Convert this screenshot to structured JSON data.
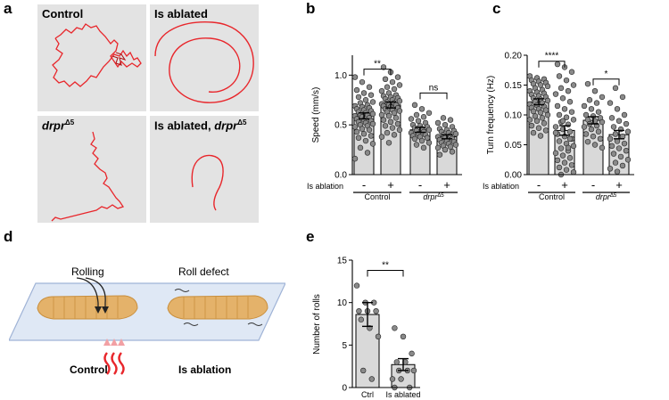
{
  "panels": {
    "a": "a",
    "b": "b",
    "c": "c",
    "d": "d",
    "e": "e"
  },
  "panel_a": {
    "labels": {
      "control": "Control",
      "is_ablated": "Is ablated",
      "drpr": "drpr",
      "drpr_sup": "Δ5",
      "is_ablated_drpr": "Is ablated, drpr",
      "is_ablated_drpr_sup": "Δ5"
    },
    "track_color": "#e8262b",
    "box_color": "#e3e3e3"
  },
  "chart_data": [
    {
      "type": "bar",
      "ylabel": "Speed (mm/s)",
      "ylim": [
        0,
        1.2
      ],
      "yticks": [
        "0.0",
        "0.5",
        "1.0"
      ],
      "ytick_values": [
        0,
        0.5,
        1.0
      ],
      "row_label": "Is ablation",
      "bars": [
        {
          "sign": "-",
          "group": "Control",
          "mean": 0.59,
          "sem": 0.03,
          "points": [
            0.98,
            0.93,
            0.88,
            0.85,
            0.82,
            0.8,
            0.78,
            0.75,
            0.73,
            0.72,
            0.7,
            0.69,
            0.68,
            0.67,
            0.66,
            0.65,
            0.64,
            0.63,
            0.62,
            0.61,
            0.6,
            0.6,
            0.59,
            0.58,
            0.57,
            0.56,
            0.55,
            0.54,
            0.53,
            0.52,
            0.51,
            0.5,
            0.49,
            0.48,
            0.46,
            0.45,
            0.43,
            0.41,
            0.39,
            0.37,
            0.34,
            0.31,
            0.27,
            0.22,
            0.16
          ]
        },
        {
          "sign": "+",
          "group": "Control",
          "mean": 0.7,
          "sem": 0.03,
          "points": [
            1.08,
            1.03,
            0.98,
            0.96,
            0.93,
            0.9,
            0.88,
            0.86,
            0.84,
            0.82,
            0.8,
            0.79,
            0.78,
            0.77,
            0.76,
            0.75,
            0.74,
            0.73,
            0.72,
            0.71,
            0.7,
            0.7,
            0.69,
            0.68,
            0.67,
            0.66,
            0.65,
            0.64,
            0.63,
            0.62,
            0.6,
            0.59,
            0.57,
            0.55,
            0.53,
            0.51,
            0.49,
            0.47,
            0.45,
            0.42,
            0.4,
            0.38,
            0.32
          ]
        },
        {
          "sign": "-",
          "group": "drpr",
          "mean": 0.45,
          "sem": 0.025,
          "points": [
            0.7,
            0.66,
            0.62,
            0.6,
            0.58,
            0.56,
            0.54,
            0.52,
            0.5,
            0.49,
            0.48,
            0.47,
            0.46,
            0.45,
            0.44,
            0.43,
            0.42,
            0.41,
            0.4,
            0.39,
            0.38,
            0.37,
            0.36,
            0.34,
            0.32,
            0.3,
            0.27
          ]
        },
        {
          "sign": "+",
          "group": "drpr",
          "mean": 0.38,
          "sem": 0.02,
          "points": [
            0.57,
            0.55,
            0.52,
            0.5,
            0.48,
            0.46,
            0.45,
            0.44,
            0.43,
            0.42,
            0.41,
            0.4,
            0.39,
            0.38,
            0.37,
            0.36,
            0.35,
            0.34,
            0.33,
            0.32,
            0.31,
            0.3,
            0.29,
            0.28,
            0.27,
            0.25,
            0.23,
            0.2
          ]
        }
      ],
      "groups": [
        {
          "label": "Control",
          "sup": ""
        },
        {
          "label": "drpr",
          "sup": "Δ5"
        }
      ],
      "significance": [
        {
          "from": 0,
          "to": 1,
          "label": "**",
          "y": 1.06
        },
        {
          "from": 2,
          "to": 3,
          "label": "ns",
          "y": 0.82
        }
      ]
    },
    {
      "type": "bar",
      "ylabel": "Turn frequency (Hz)",
      "ylim": [
        0,
        0.2
      ],
      "yticks": [
        "0.00",
        "0.05",
        "0.10",
        "0.15",
        "0.20"
      ],
      "ytick_values": [
        0,
        0.05,
        0.1,
        0.15,
        0.2
      ],
      "row_label": "Is ablation",
      "bars": [
        {
          "sign": "-",
          "group": "Control",
          "mean": 0.122,
          "sem": 0.005,
          "points": [
            0.165,
            0.162,
            0.16,
            0.158,
            0.156,
            0.154,
            0.152,
            0.15,
            0.148,
            0.145,
            0.142,
            0.14,
            0.138,
            0.136,
            0.134,
            0.132,
            0.13,
            0.128,
            0.126,
            0.124,
            0.122,
            0.12,
            0.118,
            0.116,
            0.114,
            0.112,
            0.11,
            0.108,
            0.106,
            0.104,
            0.1,
            0.098,
            0.095,
            0.092,
            0.09,
            0.086,
            0.082,
            0.078,
            0.074,
            0.07,
            0.065
          ]
        },
        {
          "sign": "+",
          "group": "Control",
          "mean": 0.074,
          "sem": 0.008,
          "points": [
            0.185,
            0.18,
            0.172,
            0.165,
            0.158,
            0.15,
            0.145,
            0.14,
            0.135,
            0.128,
            0.122,
            0.115,
            0.11,
            0.105,
            0.1,
            0.096,
            0.092,
            0.088,
            0.084,
            0.08,
            0.076,
            0.072,
            0.068,
            0.064,
            0.06,
            0.056,
            0.052,
            0.048,
            0.044,
            0.04,
            0.036,
            0.032,
            0.028,
            0.024,
            0.02,
            0.016,
            0.012,
            0.008,
            0.004,
            0.0,
            0.045,
            0.07,
            0.09,
            0.06
          ]
        },
        {
          "sign": "-",
          "group": "drpr",
          "mean": 0.091,
          "sem": 0.006,
          "points": [
            0.152,
            0.14,
            0.13,
            0.125,
            0.12,
            0.115,
            0.11,
            0.105,
            0.1,
            0.098,
            0.095,
            0.092,
            0.09,
            0.088,
            0.085,
            0.082,
            0.08,
            0.076,
            0.072,
            0.068,
            0.064,
            0.06,
            0.055,
            0.05,
            0.045
          ]
        },
        {
          "sign": "+",
          "group": "drpr",
          "mean": 0.067,
          "sem": 0.007,
          "points": [
            0.145,
            0.13,
            0.12,
            0.11,
            0.1,
            0.095,
            0.09,
            0.085,
            0.08,
            0.076,
            0.072,
            0.068,
            0.064,
            0.06,
            0.056,
            0.052,
            0.048,
            0.044,
            0.04,
            0.035,
            0.03,
            0.025,
            0.02,
            0.015,
            0.01,
            0.005
          ]
        }
      ],
      "groups": [
        {
          "label": "Control",
          "sup": ""
        },
        {
          "label": "drpr",
          "sup": "Δ5"
        }
      ],
      "significance": [
        {
          "from": 0,
          "to": 1,
          "label": "****",
          "y": 0.19
        },
        {
          "from": 2,
          "to": 3,
          "label": "*",
          "y": 0.16
        }
      ]
    },
    {
      "type": "bar",
      "ylabel": "Number of rolls",
      "ylim": [
        0,
        15
      ],
      "yticks": [
        "0",
        "5",
        "10",
        "15"
      ],
      "ytick_values": [
        0,
        5,
        10,
        15
      ],
      "categories": [
        "Ctrl",
        "Is ablated"
      ],
      "bars": [
        {
          "label": "Ctrl",
          "mean": 8.6,
          "sem": 1.4,
          "points": [
            12,
            10,
            10,
            9,
            9,
            9,
            8,
            7,
            6,
            2,
            1
          ]
        },
        {
          "label": "Is ablated",
          "mean": 2.7,
          "sem": 0.7,
          "points": [
            7,
            6,
            4,
            3,
            3,
            2,
            2,
            2,
            1,
            1,
            0,
            0
          ]
        }
      ],
      "significance": [
        {
          "from": 0,
          "to": 1,
          "label": "**",
          "y": 13.8
        }
      ]
    }
  ],
  "panel_d": {
    "rolling": "Rolling",
    "roll_defect": "Roll defect",
    "control": "Control",
    "is_ablation": "Is ablation"
  }
}
